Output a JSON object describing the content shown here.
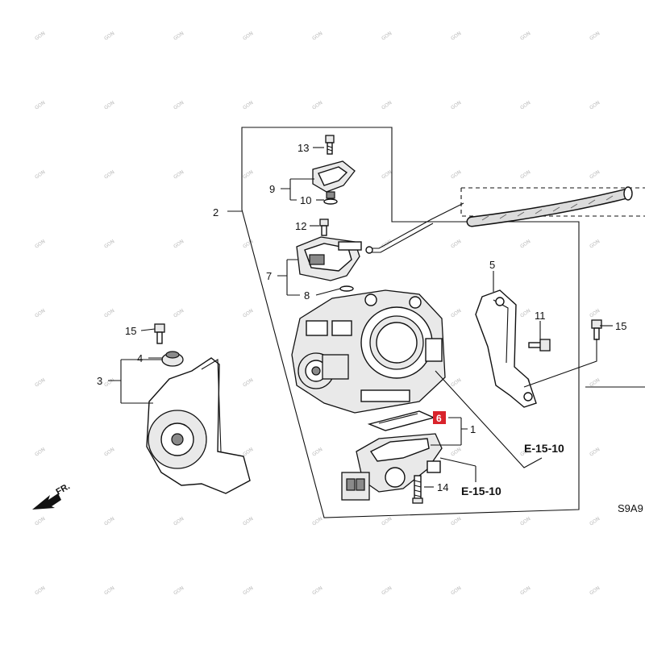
{
  "watermark": {
    "text": "GON"
  },
  "callouts": {
    "c1": "1",
    "c2": "2",
    "c3": "3",
    "c4": "4",
    "c5": "5",
    "c6": "6",
    "c7": "7",
    "c8": "8",
    "c9": "9",
    "c10": "10",
    "c11": "11",
    "c12": "12",
    "c13": "13",
    "c14": "14",
    "c15a": "15",
    "c15b": "15"
  },
  "references": {
    "ref_right": "E-15-10",
    "ref_bottom": "E-15-10"
  },
  "diagram_code": "S9A9",
  "direction": {
    "label": "FR."
  },
  "colors": {
    "highlight": "#d9232b",
    "watermark": "#b8b8b8",
    "ink": "#111111"
  }
}
